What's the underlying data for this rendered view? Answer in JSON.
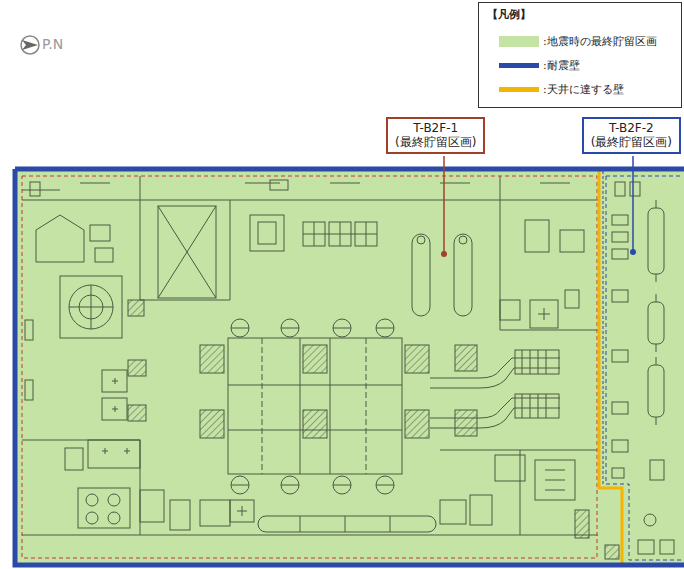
{
  "diagram": {
    "nodes": [
      {
        "text": [
          "T-B2F-1",
          "(最終貯留区画)"
        ]
      },
      {
        "text": [
          "T-B2F-2",
          "(最終貯留区画)"
        ]
      }
    ],
    "labels": [
      "P.N",
      "【凡例】"
    ],
    "legend": [
      {
        "text": ":地震時の最終貯留区画",
        "color": "#c6e3a6"
      },
      {
        "text": ":耐震壁"
      },
      {
        "text": ":天井に達する壁"
      }
    ]
  }
}
